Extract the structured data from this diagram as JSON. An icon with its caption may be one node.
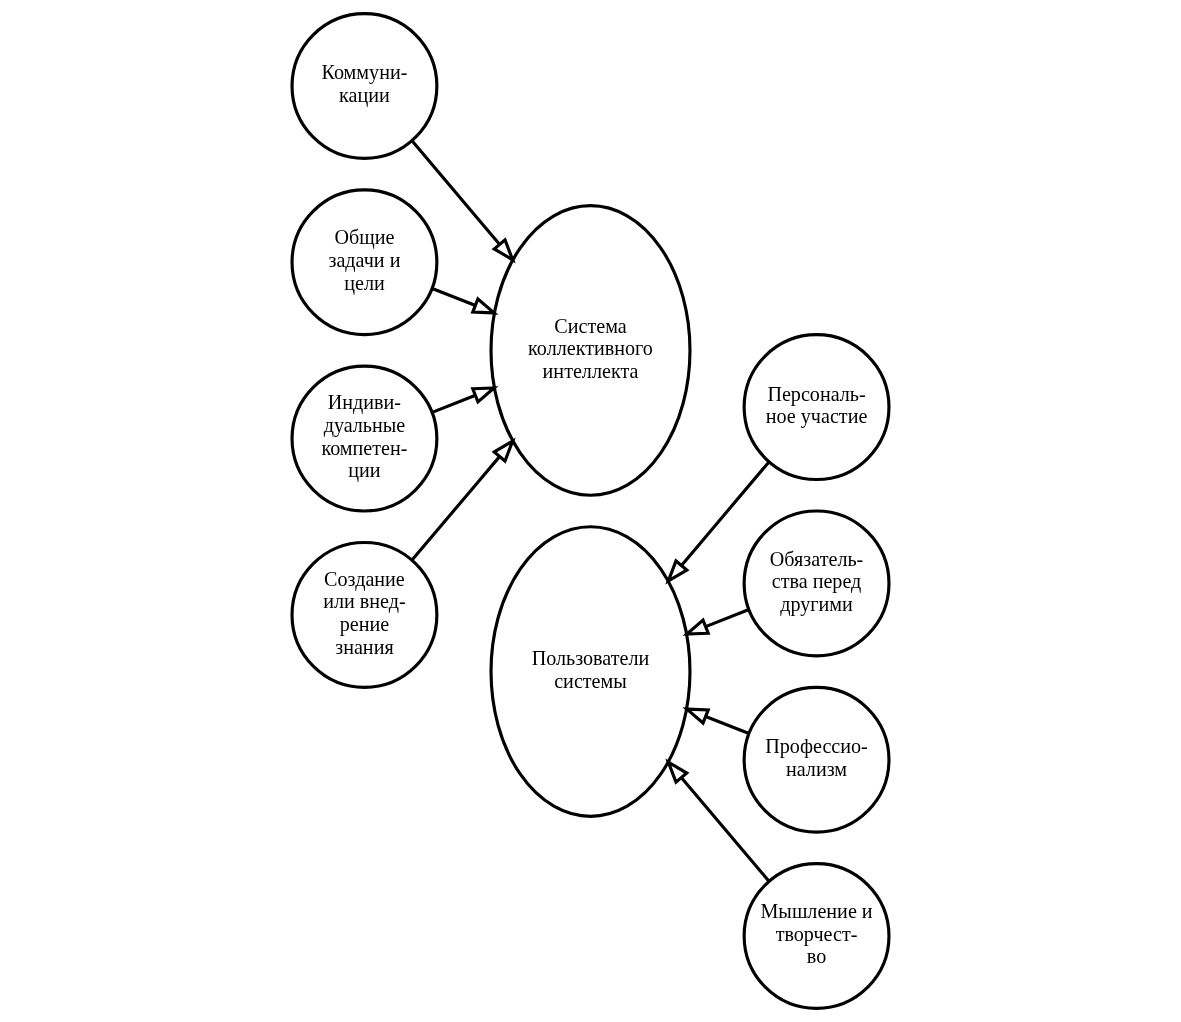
{
  "diagram": {
    "nodes": [
      {
        "text": [
          "Система коллективного интеллекта"
        ]
      },
      {
        "text": [
          "Пользователи системы"
        ]
      },
      {
        "text": [
          "Коммуни- кации"
        ]
      },
      {
        "text": [
          "Персональ- ное участие"
        ]
      },
      {
        "text": [
          "Общие задачи и цели"
        ]
      },
      {
        "text": [
          "Обязатель- ства перед другими"
        ]
      },
      {
        "text": [
          "Индиви- дуальные компетен- ции"
        ]
      },
      {
        "text": [
          "Профессио- нализм"
        ]
      },
      {
        "text": [
          "Создание или внед- рение знания"
        ]
      },
      {
        "text": [
          "Мышление и творчест- во"
        ]
      }
    ],
    "edges": [
      {
        "from": 2,
        "to": 0,
        "arrow": "to"
      },
      {
        "from": 3,
        "to": 1,
        "arrow": "to"
      },
      {
        "from": 4,
        "to": 0,
        "arrow": "to"
      },
      {
        "from": 5,
        "to": 1,
        "arrow": "to"
      },
      {
        "from": 6,
        "to": 0,
        "arrow": "to"
      },
      {
        "from": 7,
        "to": 1,
        "arrow": "to"
      },
      {
        "from": 8,
        "to": 0,
        "arrow": "to"
      },
      {
        "from": 9,
        "to": 1,
        "arrow": "to"
      }
    ]
  }
}
